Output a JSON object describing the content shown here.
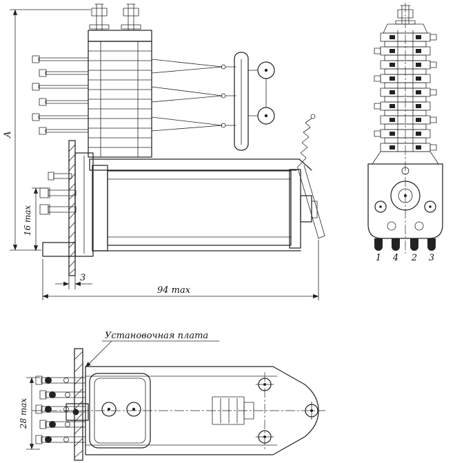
{
  "drawing": {
    "side_view": {
      "dim_a": "A",
      "dim_16": "16 max",
      "dim_3": "3",
      "dim_94": "94 max"
    },
    "end_view": {
      "terminals": [
        "1",
        "4",
        "2",
        "3"
      ]
    },
    "top_view": {
      "plate_label": "Установочная плата",
      "dim_28": "28 max"
    },
    "colors": {
      "line": "#222222",
      "background": "#ffffff"
    }
  }
}
